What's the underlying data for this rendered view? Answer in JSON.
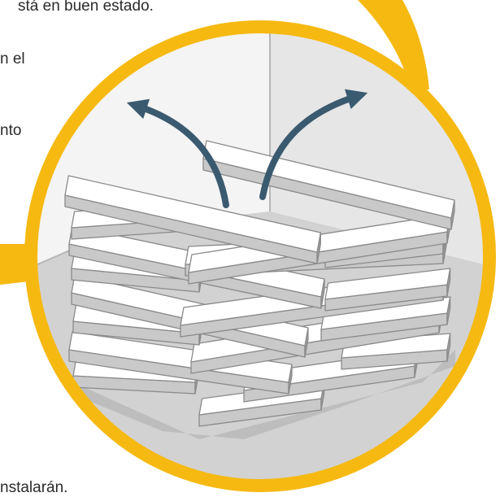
{
  "text_fragments": {
    "line1": "stá en buen estado.",
    "line2": "n el",
    "line3": "nto",
    "line4": "nstalarán."
  },
  "colors": {
    "ring": "#f6b912",
    "arrow": "#3a5a70",
    "wall_left": "#f4f4f4",
    "wall_right": "#e6e6e6",
    "floor": "#d2d2d2",
    "board_top": "#ffffff",
    "board_side": "#c9c9c9",
    "board_shadow": "#9e9e9e",
    "outline": "#8a8a8a"
  },
  "illustration": {
    "subject": "stacked-wood-planks",
    "arrows": [
      "airflow-arrow-left",
      "airflow-arrow-right"
    ]
  }
}
